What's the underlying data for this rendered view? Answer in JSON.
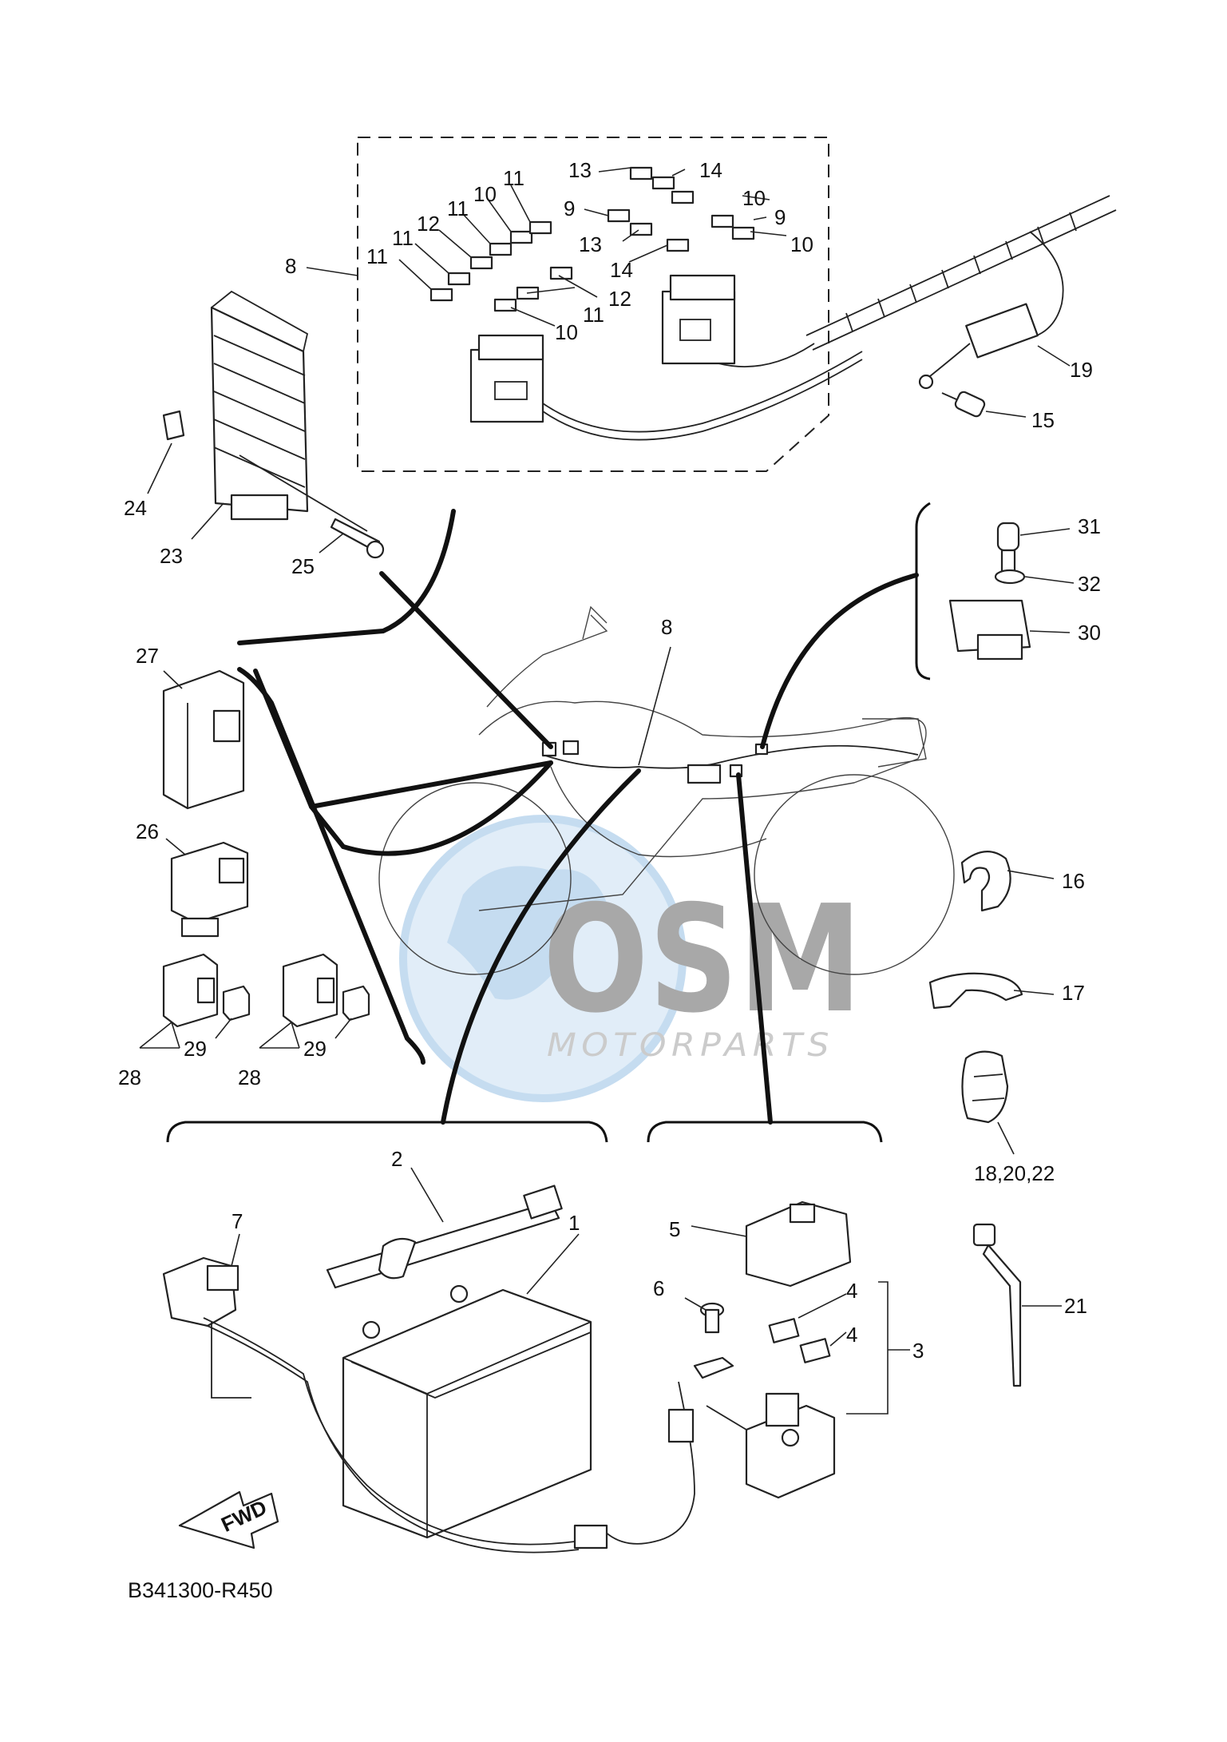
{
  "diagram": {
    "drawing_code": "B341300-R450",
    "forward_marker": "FWD",
    "watermark": {
      "brand": "OSM",
      "sub": "MOTORPARTS",
      "colors": {
        "globe": "#bcd7ee",
        "text": "#9a9a9a"
      }
    },
    "callouts": [
      {
        "id": "c1",
        "text": "1"
      },
      {
        "id": "c2",
        "text": "2"
      },
      {
        "id": "c3",
        "text": "3"
      },
      {
        "id": "c4a",
        "text": "4"
      },
      {
        "id": "c4b",
        "text": "4"
      },
      {
        "id": "c5",
        "text": "5"
      },
      {
        "id": "c6",
        "text": "6"
      },
      {
        "id": "c7",
        "text": "7"
      },
      {
        "id": "c8a",
        "text": "8"
      },
      {
        "id": "c8b",
        "text": "8"
      },
      {
        "id": "c9a",
        "text": "9"
      },
      {
        "id": "c9b",
        "text": "9"
      },
      {
        "id": "c10a",
        "text": "10"
      },
      {
        "id": "c10b",
        "text": "10"
      },
      {
        "id": "c10c",
        "text": "10"
      },
      {
        "id": "c10d",
        "text": "10"
      },
      {
        "id": "c11a",
        "text": "11"
      },
      {
        "id": "c11b",
        "text": "11"
      },
      {
        "id": "c11c",
        "text": "11"
      },
      {
        "id": "c11d",
        "text": "11"
      },
      {
        "id": "c11e",
        "text": "11"
      },
      {
        "id": "c12a",
        "text": "12"
      },
      {
        "id": "c12b",
        "text": "12"
      },
      {
        "id": "c13a",
        "text": "13"
      },
      {
        "id": "c13b",
        "text": "13"
      },
      {
        "id": "c14a",
        "text": "14"
      },
      {
        "id": "c14b",
        "text": "14"
      },
      {
        "id": "c15",
        "text": "15"
      },
      {
        "id": "c16",
        "text": "16"
      },
      {
        "id": "c17",
        "text": "17"
      },
      {
        "id": "c18",
        "text": "18,20,22"
      },
      {
        "id": "c19",
        "text": "19"
      },
      {
        "id": "c21",
        "text": "21"
      },
      {
        "id": "c23",
        "text": "23"
      },
      {
        "id": "c24",
        "text": "24"
      },
      {
        "id": "c25",
        "text": "25"
      },
      {
        "id": "c26",
        "text": "26"
      },
      {
        "id": "c27",
        "text": "27"
      },
      {
        "id": "c28a",
        "text": "28"
      },
      {
        "id": "c28b",
        "text": "28"
      },
      {
        "id": "c29a",
        "text": "29"
      },
      {
        "id": "c29b",
        "text": "29"
      },
      {
        "id": "c30",
        "text": "30"
      },
      {
        "id": "c31",
        "text": "31"
      },
      {
        "id": "c32",
        "text": "32"
      }
    ]
  }
}
